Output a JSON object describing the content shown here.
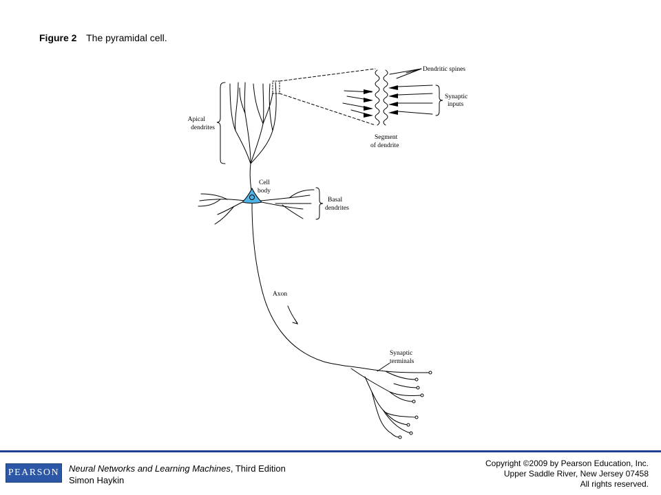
{
  "figure": {
    "label": "Figure 2",
    "caption": "The pyramidal cell."
  },
  "labels": {
    "apical": [
      "Apical",
      "dendrites"
    ],
    "cell_body": [
      "Cell",
      "body"
    ],
    "basal": [
      "Basal",
      "dendrites"
    ],
    "axon": "Axon",
    "terminals": [
      "Synaptic",
      "terminals"
    ],
    "spines": "Dendritic spines",
    "inputs": [
      "Synaptic",
      "inputs"
    ],
    "segment": [
      "Segment",
      "of dendrite"
    ]
  },
  "colors": {
    "soma": "#4fb3e6",
    "footer_rule": "#1f3f8f",
    "logo_bg": "#2b57a6"
  },
  "footer": {
    "logo": "PEARSON",
    "book_title": "Neural Networks and Learning Machines",
    "book_edition": ", Third Edition",
    "author": "Simon Haykin",
    "copyright_1": "Copyright ©2009 by Pearson Education, Inc.",
    "copyright_2": "Upper Saddle River, New Jersey 07458",
    "copyright_3": "All rights reserved."
  }
}
